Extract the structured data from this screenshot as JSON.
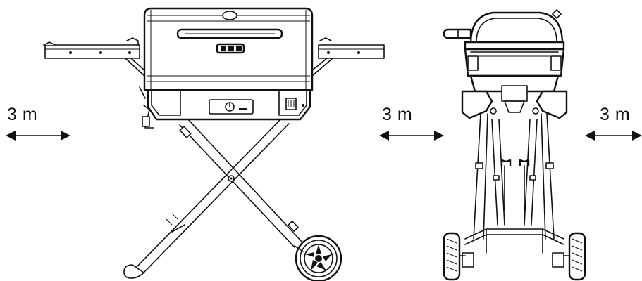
{
  "clearance": {
    "left_label": "3 m",
    "middle_label": "3 m",
    "right_label": "3 m"
  },
  "views": [
    {
      "name": "front-view"
    },
    {
      "name": "side-view"
    }
  ]
}
